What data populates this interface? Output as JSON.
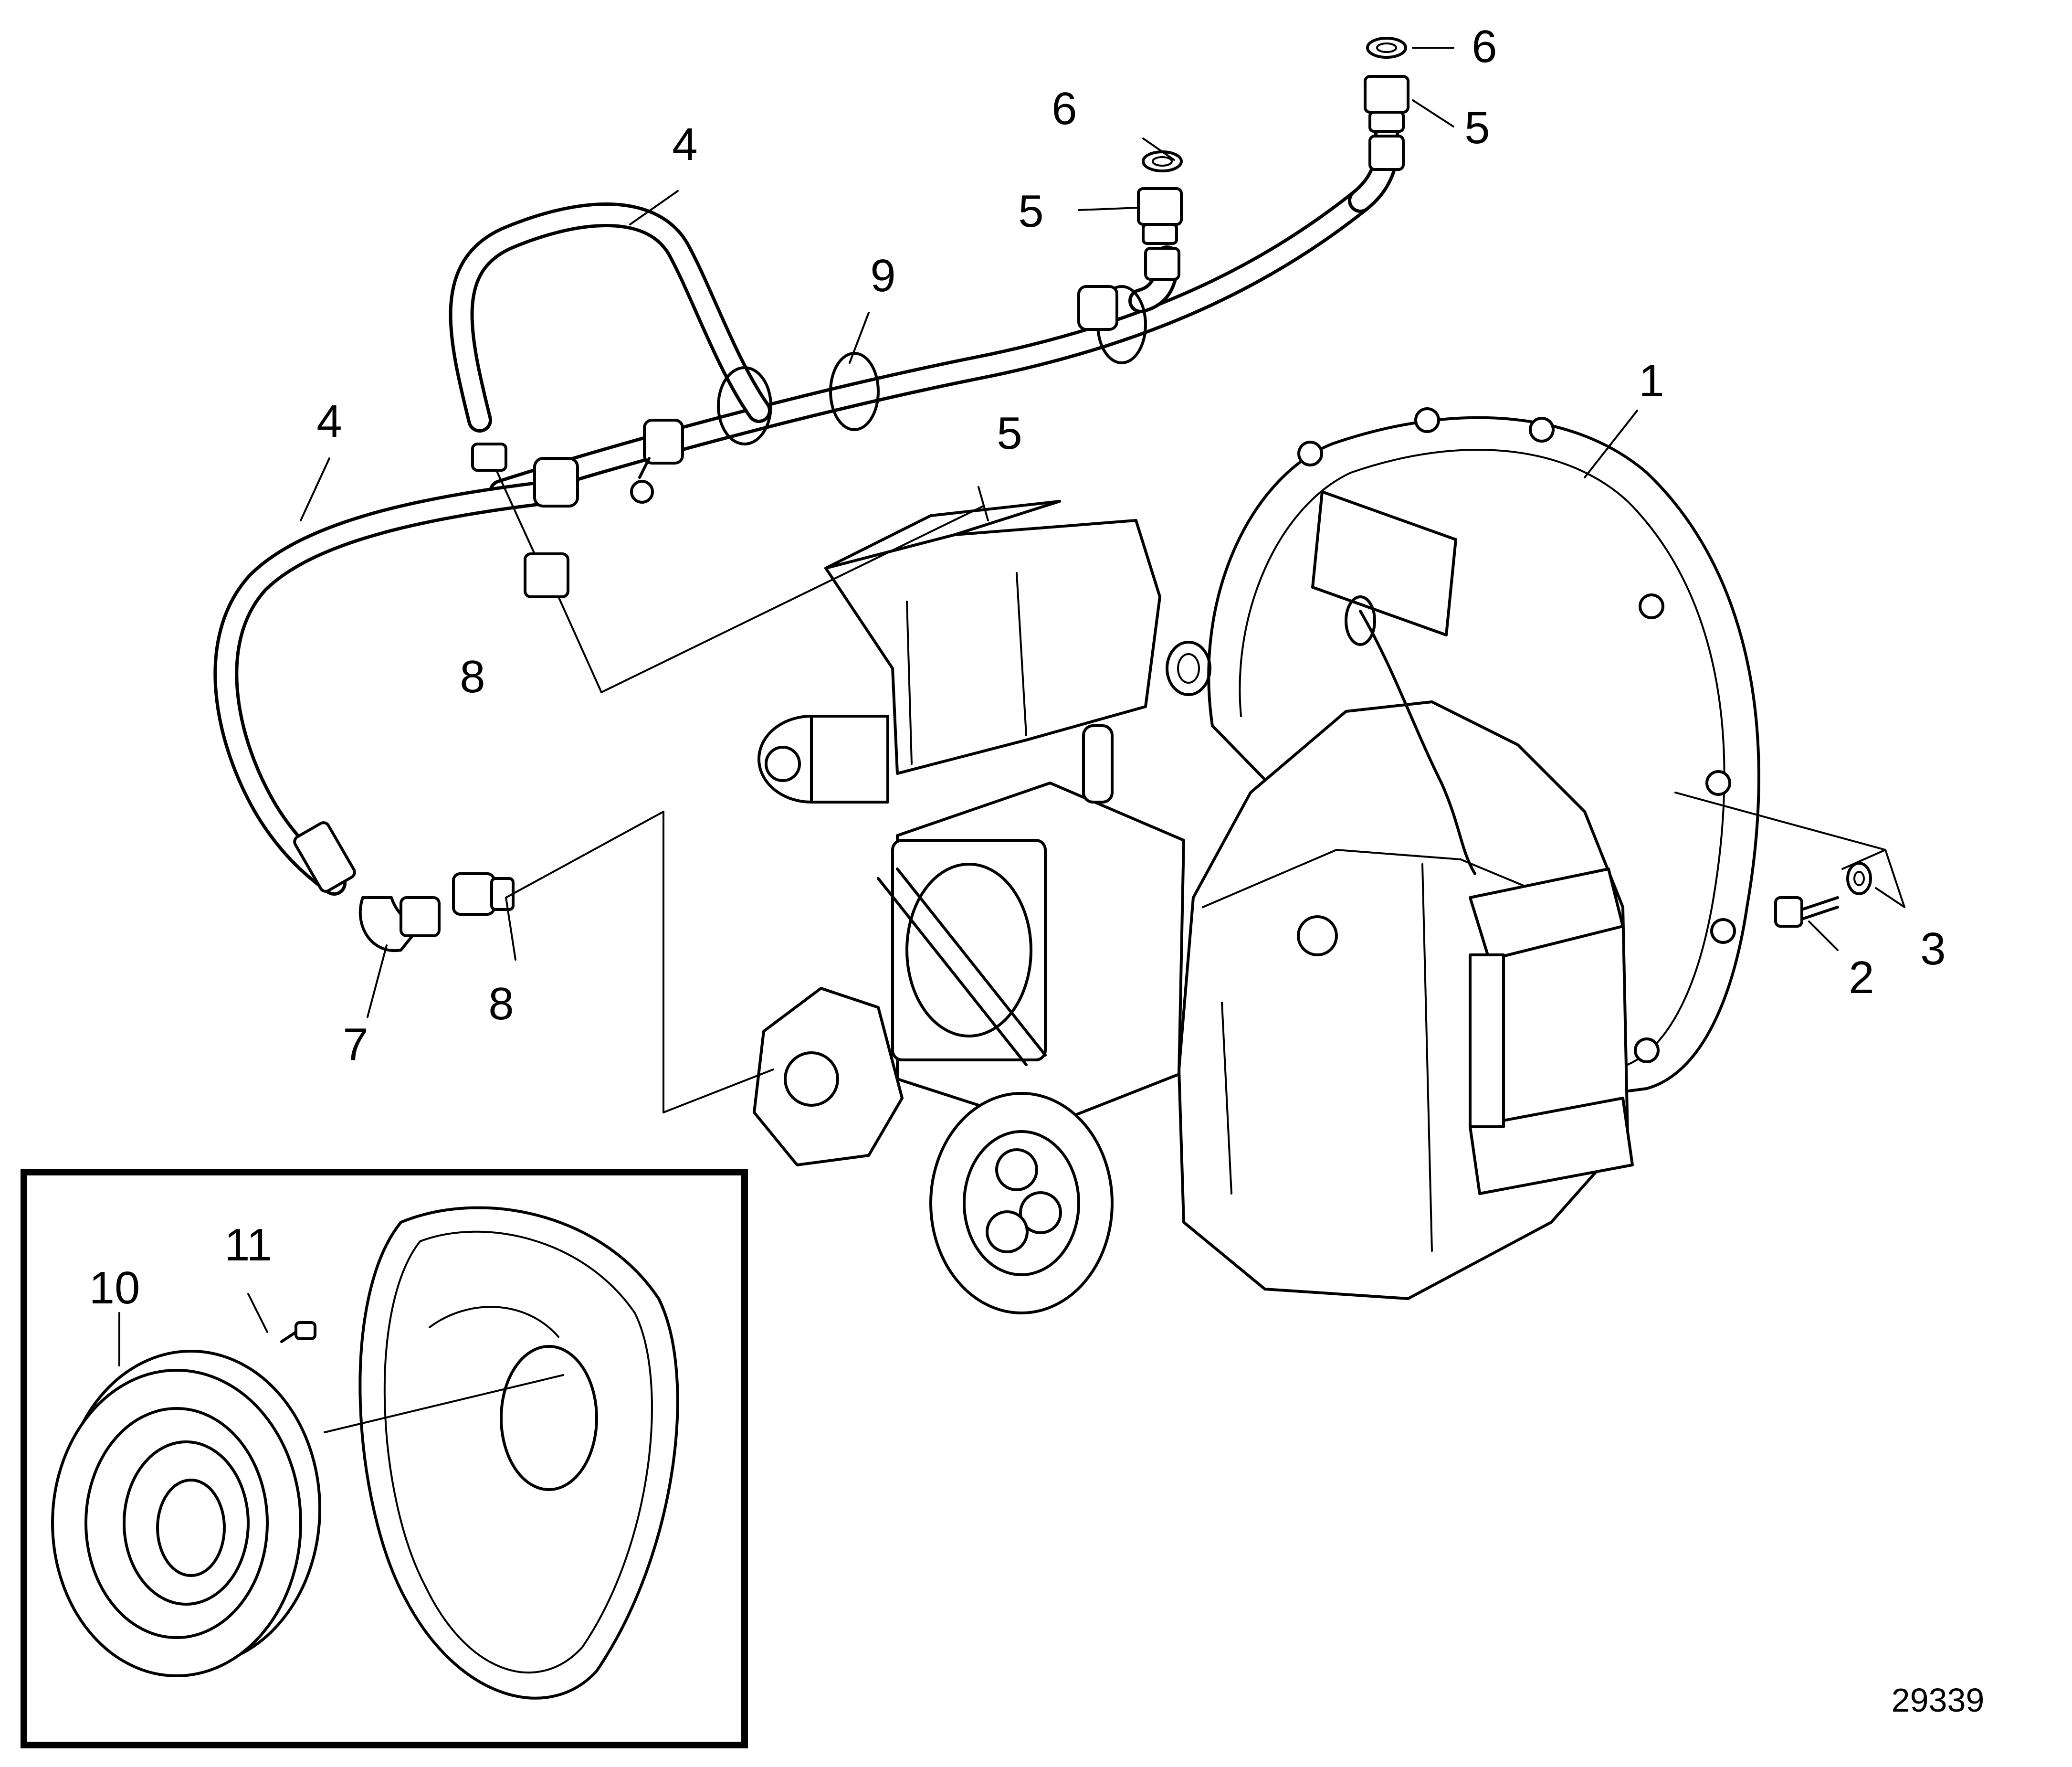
{
  "figure_number": "29339",
  "callouts": [
    "1",
    "2",
    "3",
    "4",
    "4",
    "5",
    "5",
    "5",
    "6",
    "6",
    "7",
    "8",
    "8",
    "9",
    "10",
    "11"
  ],
  "colors": {
    "ink": "#000000",
    "paper": "#ffffff"
  }
}
